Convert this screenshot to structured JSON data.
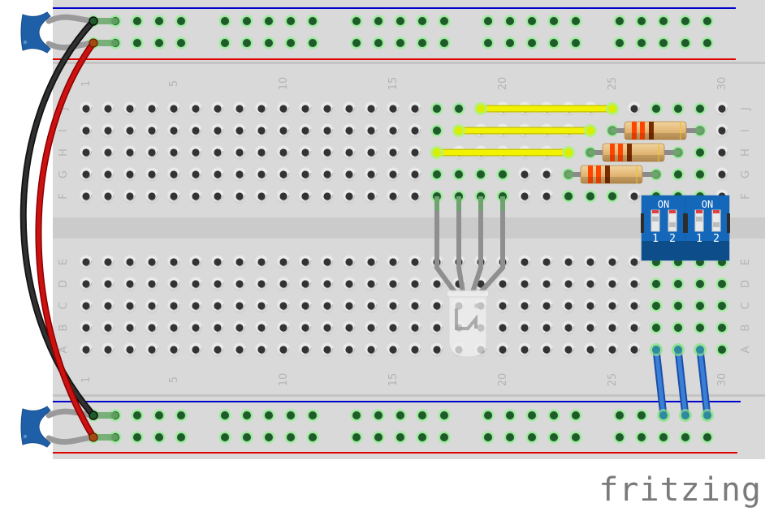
{
  "app": "fritzing",
  "view": "breadboard",
  "logo_text": "fritzing",
  "breadboard": {
    "columns": 30,
    "column_labels": [
      "1",
      "5",
      "10",
      "15",
      "20",
      "25",
      "30"
    ],
    "column_label_numbers": [
      1,
      5,
      10,
      15,
      20,
      25,
      30
    ],
    "rows_top": [
      "J",
      "I",
      "H",
      "G",
      "F"
    ],
    "rows_bottom": [
      "E",
      "D",
      "C",
      "B",
      "A"
    ],
    "rail_groups": 5,
    "rail_holes_per_group": 5,
    "colors": {
      "board": "#d9d9d9",
      "hole": "#333333",
      "hole_connected": "#1f5a2a",
      "hole_glow": "#7fdc7f",
      "rail_blue": "#0000cc",
      "rail_red": "#e00000"
    }
  },
  "wires": [
    {
      "name": "black-wire",
      "color": "#303030",
      "from": "top-rail-neg-1",
      "to": "bottom-rail-neg-1"
    },
    {
      "name": "red-wire",
      "color": "#cc1111",
      "from": "top-rail-pos-1",
      "to": "bottom-rail-pos-1"
    },
    {
      "name": "yellow-wire-1",
      "color": "#f2f200",
      "from": "J19",
      "to": "J25"
    },
    {
      "name": "yellow-wire-2",
      "color": "#f2f200",
      "from": "I18",
      "to": "I24"
    },
    {
      "name": "yellow-wire-3",
      "color": "#f2f200",
      "from": "H17",
      "to": "H23"
    },
    {
      "name": "blue-wire-1",
      "color": "#3a7fd5",
      "from": "A27",
      "to": "bottom-rail-neg-28"
    },
    {
      "name": "blue-wire-2",
      "color": "#3a7fd5",
      "from": "A28",
      "to": "bottom-rail-neg-29"
    },
    {
      "name": "blue-wire-3",
      "color": "#3a7fd5",
      "from": "A29",
      "to": "bottom-rail-neg-30"
    }
  ],
  "resistors": [
    {
      "name": "resistor-1",
      "from": "I25",
      "to": "I29",
      "bands": [
        "#ff4400",
        "#ff4400",
        "#7a2a00",
        "#e8c44a"
      ]
    },
    {
      "name": "resistor-2",
      "from": "H24",
      "to": "H28",
      "bands": [
        "#ff4400",
        "#ff4400",
        "#7a2a00",
        "#e8c44a"
      ]
    },
    {
      "name": "resistor-3",
      "from": "G23",
      "to": "G27",
      "bands": [
        "#ff4400",
        "#ff4400",
        "#7a2a00",
        "#e8c44a"
      ]
    }
  ],
  "dip_switches": [
    {
      "name": "dip-switch-1",
      "label": "ON",
      "switch_labels": [
        "1",
        "2"
      ]
    },
    {
      "name": "dip-switch-2",
      "label": "ON",
      "switch_labels": [
        "1",
        "2"
      ]
    }
  ],
  "rgb_led": {
    "name": "rgb-led",
    "pins": [
      "F17",
      "F18",
      "F19",
      "F20"
    ]
  },
  "capacitors": [
    {
      "name": "capacitor-top",
      "color": "#1e5fa8"
    },
    {
      "name": "capacitor-bottom",
      "color": "#1e5fa8"
    }
  ]
}
